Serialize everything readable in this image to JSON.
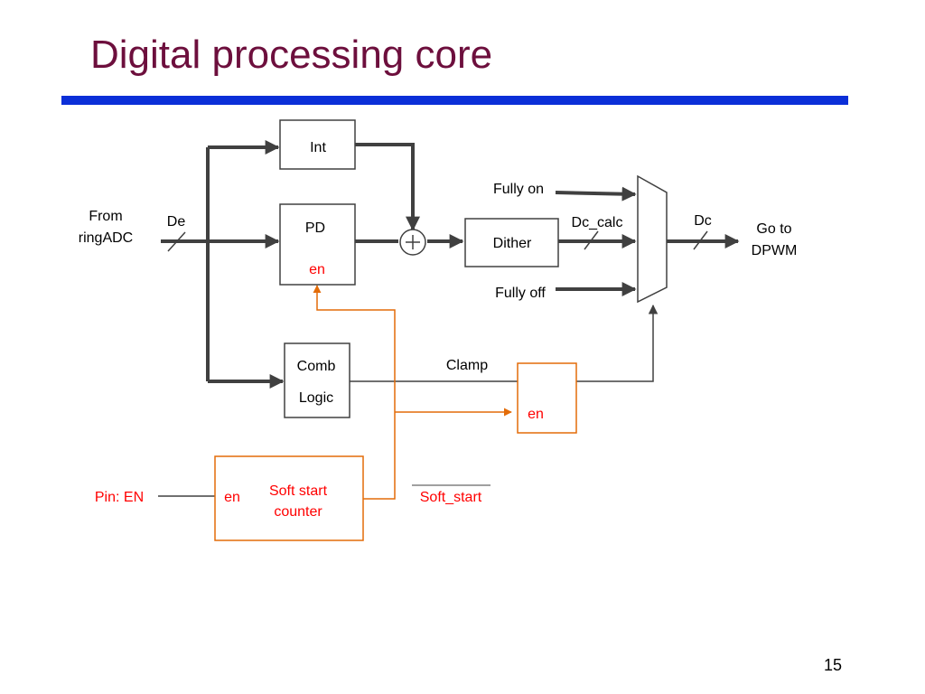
{
  "slide": {
    "title": "Digital processing core",
    "page_number": "15"
  },
  "colors": {
    "title": "#6d0f3d",
    "rule": "#0b2fd8",
    "control": "#e36c09",
    "control_text": "#ff0000",
    "bus": "#404040"
  },
  "diagram": {
    "blocks": {
      "int": "Int",
      "pd": "PD",
      "pd_enable": "en",
      "comb_line1": "Comb",
      "comb_line2": "Logic",
      "dither": "Dither",
      "clamp_enable": "en",
      "soft_start_enable": "en",
      "soft_start_line1": "Soft start",
      "soft_start_line2": "counter"
    },
    "signals": {
      "from_line1": "From",
      "from_line2": "ringADC",
      "de": "De",
      "fully_on": "Fully on",
      "fully_off": "Fully off",
      "dc_calc": "Dc_calc",
      "dc": "Dc",
      "go_line1": "Go to",
      "go_line2": "DPWM",
      "clamp": "Clamp",
      "pin_en": "Pin: EN",
      "soft_start": "Soft_start"
    }
  }
}
